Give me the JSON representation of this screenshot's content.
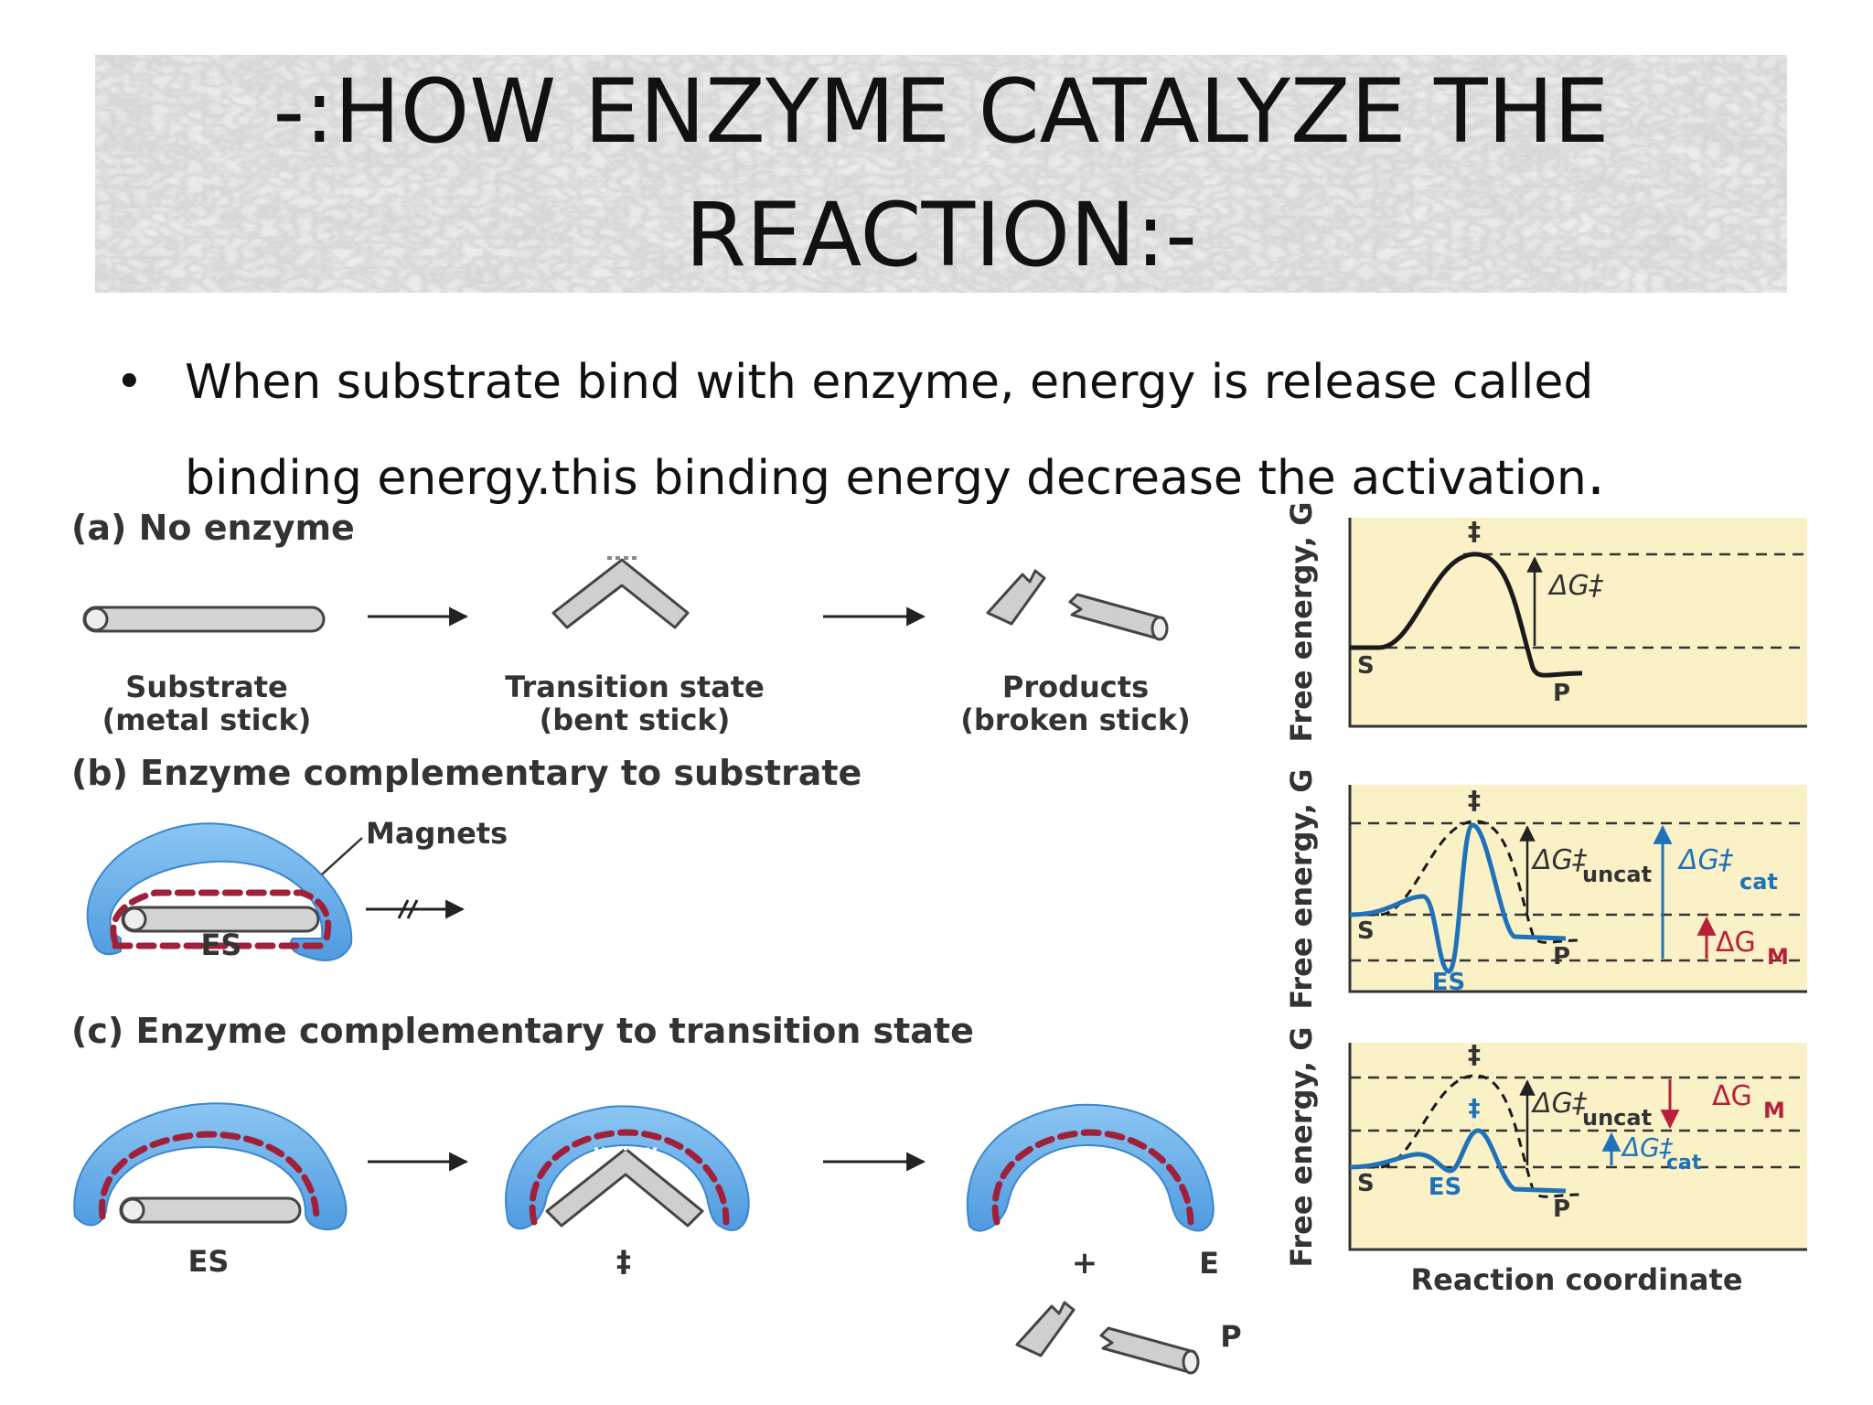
{
  "title": {
    "line1": "-:HOW ENZYME CATALYZE THE",
    "line2": "REACTION:-"
  },
  "bullet": {
    "marker": "•",
    "text": "When substrate bind with enzyme, energy is release called binding energy.this binding energy decrease the activation",
    "period": "."
  },
  "panel_a": {
    "heading": "(a) No enzyme",
    "substrate_name": "Substrate",
    "substrate_desc": "(metal stick)",
    "transition_name": "Transition state",
    "transition_desc": "(bent stick)",
    "products_name": "Products",
    "products_desc": "(broken stick)"
  },
  "panel_b": {
    "heading": "(b) Enzyme complementary to substrate",
    "magnets": "Magnets",
    "es": "ES"
  },
  "panel_c": {
    "heading": "(c) Enzyme complementary to transition state",
    "es": "ES",
    "ts": "‡",
    "plus": "+",
    "e": "E",
    "p": "P"
  },
  "graphs": {
    "ylabel": "Free energy, G",
    "xlabel": "Reaction coordinate",
    "g1": {
      "ts": "‡",
      "delta_g": "ΔG‡",
      "s": "S",
      "p": "P"
    },
    "g2": {
      "ts": "‡",
      "delta_g_uncat": "ΔG‡",
      "uncat_sub": "uncat",
      "delta_g_cat": "ΔG‡",
      "cat_sub": "cat",
      "delta_gm": "ΔG",
      "m_sub": "M",
      "s": "S",
      "es": "ES",
      "p": "P"
    },
    "g3": {
      "ts_uncat": "‡",
      "ts_cat": "‡",
      "delta_g_uncat": "ΔG‡",
      "uncat_sub": "uncat",
      "delta_gm": "ΔG",
      "m_sub": "M",
      "delta_g_cat": "ΔG‡",
      "cat_sub": "cat",
      "s": "S",
      "es": "ES",
      "p": "P"
    }
  },
  "colors": {
    "enzyme_blue": "#5aa5e6",
    "magnet_red": "#a0203a",
    "graph_bg": "#fbf1c7",
    "catalyzed_curve": "#1f72b8",
    "delta_gm": "#b8203a",
    "stick_gray": "#d4d4d4"
  }
}
